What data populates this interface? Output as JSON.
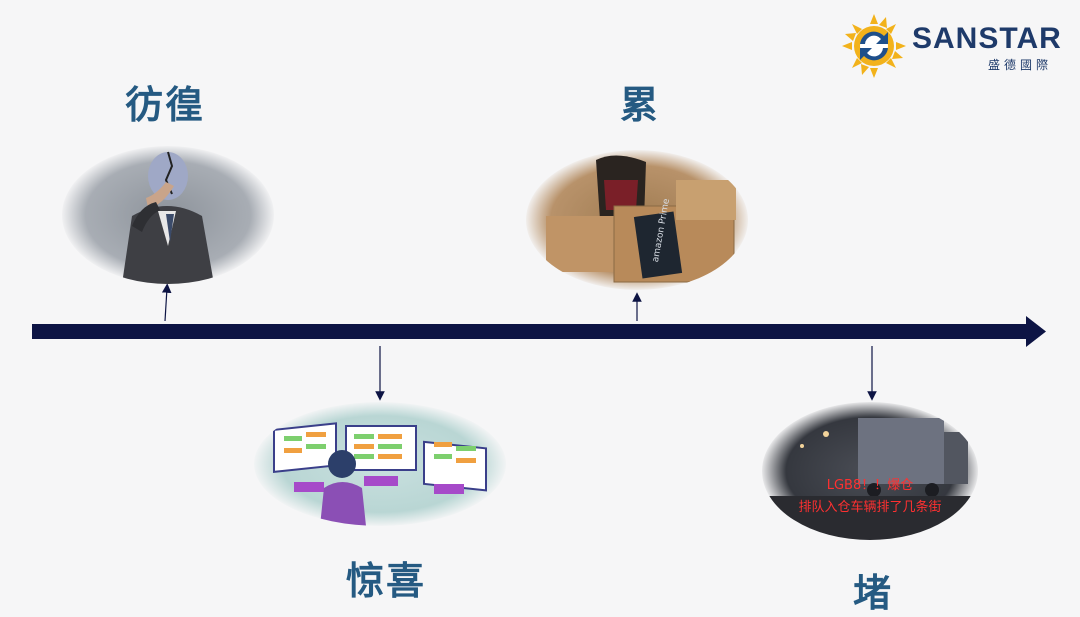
{
  "logo": {
    "name": "SANSTAR",
    "subtitle": "盛德國際"
  },
  "stages": [
    {
      "label": "彷徨"
    },
    {
      "label": "惊喜"
    },
    {
      "label": "累"
    },
    {
      "label": "堵"
    }
  ],
  "truck_caption": {
    "line1": "LGB8！！爆仓",
    "line2": "排队入仓车辆排了几条街"
  },
  "box_print": "amazon Prime"
}
